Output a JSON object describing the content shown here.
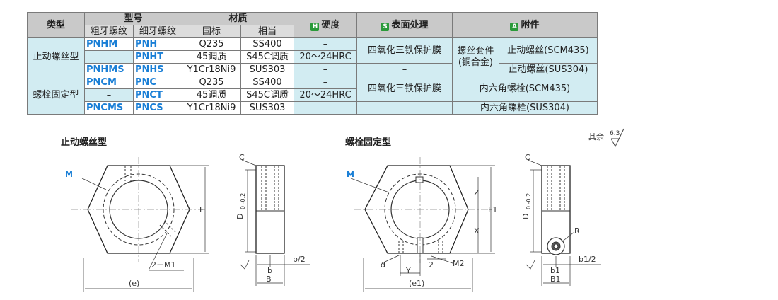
{
  "header": {
    "type": "类型",
    "model": "型号",
    "material": "材质",
    "hardness_badge": "H",
    "hardness": "硬度",
    "surface_badge": "S",
    "surface": "表面处理",
    "accessory_badge": "A",
    "accessory": "附件",
    "coarse": "粗牙螺纹",
    "fine": "细牙螺纹",
    "national": "国标",
    "equivalent": "相当"
  },
  "groups": [
    {
      "type": "止动螺丝型",
      "surface": "四氧化三铁保护膜",
      "acc_main": "螺丝套件\n(铜合金)",
      "rows": [
        {
          "coarse": "PNHM",
          "fine": "PNH",
          "national": "Q235",
          "equivalent": "SS400",
          "hardness": "–",
          "acc": "止动螺丝(SCM435)"
        },
        {
          "coarse": "–",
          "fine": "PNHT",
          "national": "45调质",
          "equivalent": "S45C调质",
          "hardness": "20～24HRC"
        },
        {
          "coarse": "PNHMS",
          "fine": "PNHS",
          "national": "Y1Cr18Ni9",
          "equivalent": "SUS303",
          "hardness": "–",
          "surface": "–",
          "acc": "止动螺丝(SUS304)"
        }
      ]
    },
    {
      "type": "螺栓固定型",
      "surface": "四氧化三铁保护膜",
      "acc_main": "内六角螺栓(SCM435)",
      "rows": [
        {
          "coarse": "PNCM",
          "fine": "PNC",
          "national": "Q235",
          "equivalent": "SS400",
          "hardness": "–"
        },
        {
          "coarse": "–",
          "fine": "PNCT",
          "national": "45调质",
          "equivalent": "S45C调质",
          "hardness": "20～24HRC"
        },
        {
          "coarse": "PNCMS",
          "fine": "PNCS",
          "national": "Y1Cr18Ni9",
          "equivalent": "SUS303",
          "hardness": "–",
          "surface": "–",
          "acc": "内六角螺栓(SUS304)"
        }
      ]
    }
  ],
  "drawings": {
    "left_title": "止动螺丝型",
    "right_title": "螺栓固定型",
    "roughness_prefix": "其余",
    "roughness_value": "6.3",
    "left": {
      "M": "M",
      "F": "F",
      "e": "(e)",
      "M1": "2－M1",
      "C": "C",
      "D": "D",
      "Dtol": "0 -0.2",
      "b": "b",
      "b2": "b/2",
      "B": "B"
    },
    "right": {
      "M": "M",
      "Z": "Z",
      "F1": "F1",
      "X": "X",
      "e1": "(e1)",
      "Y": "Y",
      "d": "d",
      "two": "2",
      "M2": "M2",
      "C": "C",
      "D": "D",
      "Dtol": "0 -0.2",
      "R": "R",
      "b1": "b1",
      "b12": "b1/2",
      "B1": "B1"
    }
  }
}
